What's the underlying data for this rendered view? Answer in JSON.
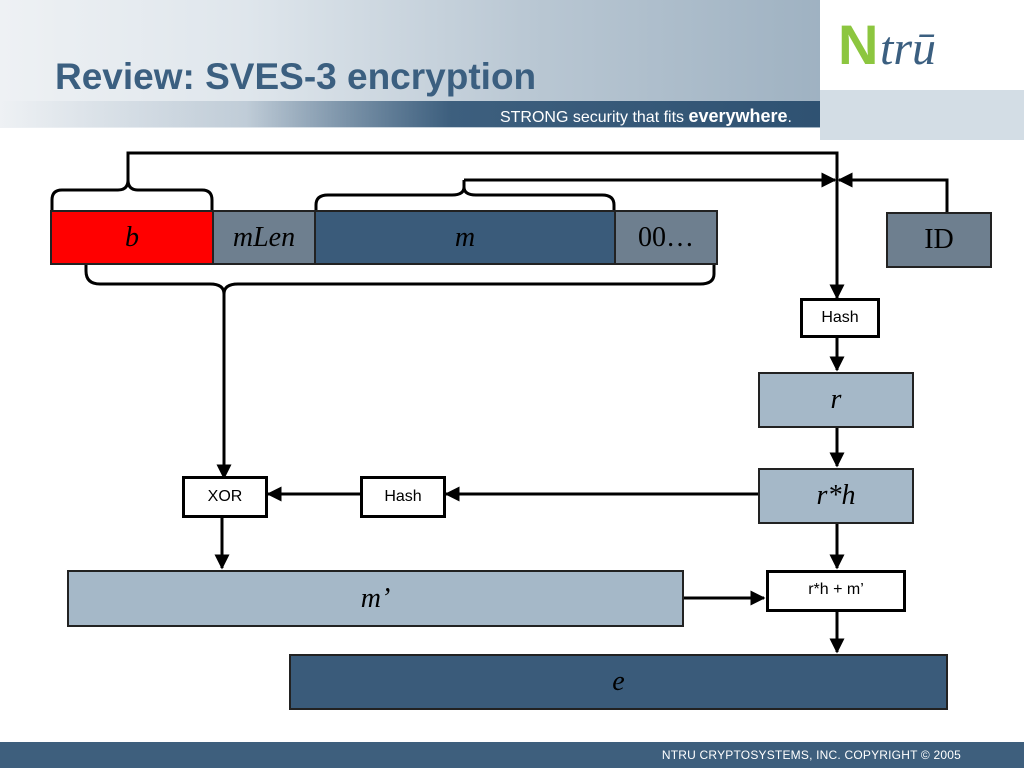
{
  "slide": {
    "title": "Review: SVES-3 encryption",
    "tagline_prefix": "STRONG security that fits ",
    "tagline_emphasis": "everywhere",
    "tagline_suffix": ".",
    "logo_text_1": "N",
    "logo_text_2": "trū",
    "footer": "NTRU CRYPTOSYSTEMS, INC. COPYRIGHT © 2005"
  },
  "diagram": {
    "b": "b",
    "mlen": "mLen",
    "m": "m",
    "pad": "00…",
    "id": "ID",
    "hash_top": "Hash",
    "r": "r",
    "rh": "r*h",
    "hash_mid": "Hash",
    "xor": "XOR",
    "m_prime": "m’",
    "sum": "r*h + m’",
    "e": "e"
  },
  "colors": {
    "title": "#3b5f80",
    "red": "#ff0000",
    "gray": "#6e7f8f",
    "navy": "#3a5b7a",
    "light": "#a5b8c8",
    "logo_green": "#8cc63f",
    "logo_blue": "#3b5f80"
  }
}
